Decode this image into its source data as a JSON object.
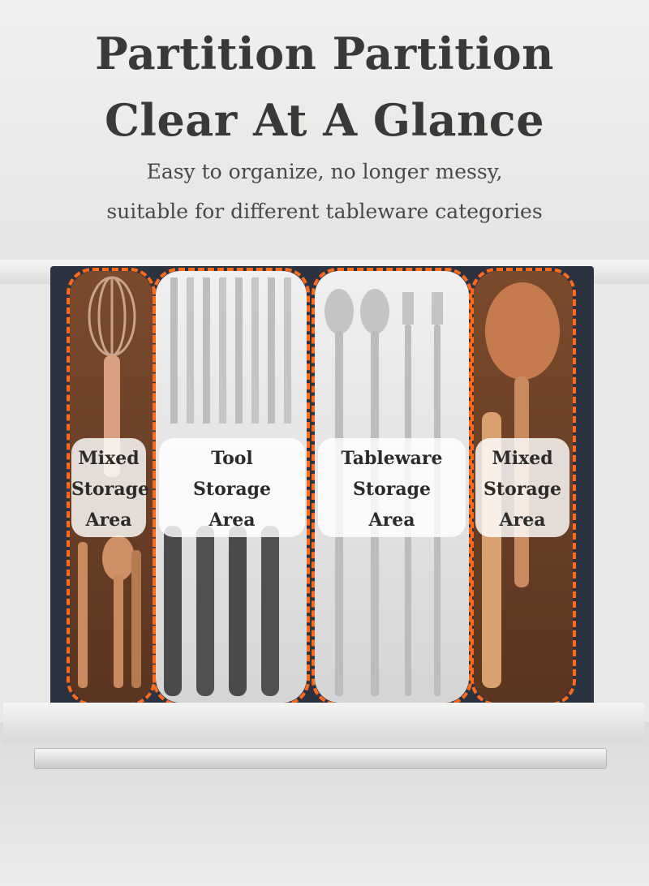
{
  "headline": {
    "line1": "Partition Partition",
    "line2": "Clear At A Glance"
  },
  "subtitle": {
    "line1": "Easy to organize, no longer messy,",
    "line2": "suitable for different tableware categories"
  },
  "areas": [
    {
      "line1": "Mixed",
      "line2": "Storage",
      "line3": "Area"
    },
    {
      "line1": "Tool",
      "line2": "Storage",
      "line3": "Area"
    },
    {
      "line1": "Tableware",
      "line2": "Storage",
      "line3": "Area"
    },
    {
      "line1": "Mixed",
      "line2": "Storage",
      "line3": "Area"
    }
  ],
  "colors": {
    "dash_outline": "#ff6a1a",
    "brown_tray": "#6b3f25",
    "grey_tray": "#e2e2e2"
  }
}
